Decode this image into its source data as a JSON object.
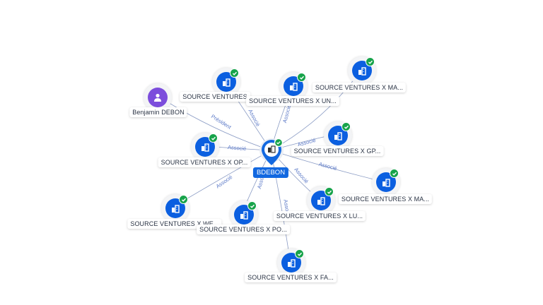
{
  "center": {
    "label": "BDEBON"
  },
  "person": {
    "label": "Benjamin DEBON",
    "edge": "Président",
    "icon": "person-icon"
  },
  "companies": [
    {
      "label": "SOURCE VENTURES",
      "edge": "Associé"
    },
    {
      "label": "SOURCE VENTURES X UN...",
      "edge": "Associé"
    },
    {
      "label": "SOURCE VENTURES X MA...",
      "edge": ""
    },
    {
      "label": "SOURCE VENTURES X OP...",
      "edge": "Associé"
    },
    {
      "label": "SOURCE VENTURES X GP...",
      "edge": "Associé"
    },
    {
      "label": "SOURCE VENTURES X MA...",
      "edge": "Associé"
    },
    {
      "label": "SOURCE VENTURES X WE...",
      "edge": "Associé"
    },
    {
      "label": "SOURCE VENTURES X LU...",
      "edge": "Associé"
    },
    {
      "label": "SOURCE VENTURES X PO...",
      "edge": "Associé"
    },
    {
      "label": "SOURCE VENTURES X FA...",
      "edge": "Asso"
    }
  ],
  "colors": {
    "company": "#0b5fe0",
    "person": "#7c4ddc",
    "verified": "#17a34a",
    "edge": "#5a78c7",
    "center_label_bg": "#1268e0"
  }
}
